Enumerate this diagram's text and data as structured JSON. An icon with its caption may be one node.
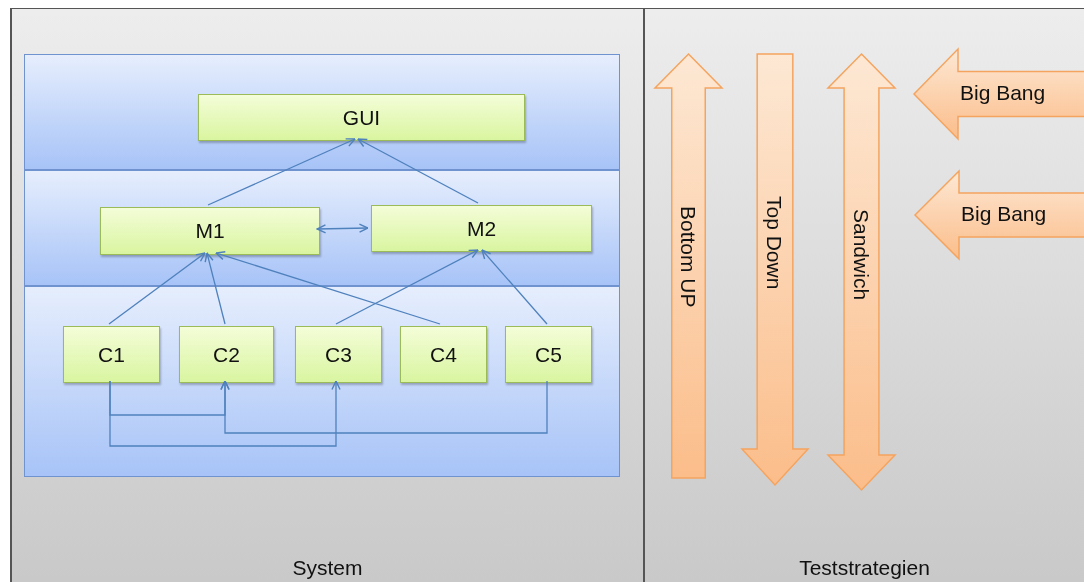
{
  "diagram": {
    "nodes": [
      {
        "text": [
          "System"
        ]
      },
      {
        "text": [
          "Teststrategien"
        ]
      },
      {
        "text": [],
        "shape": "box",
        "in": 0
      },
      {
        "text": [],
        "shape": "box",
        "in": 0
      },
      {
        "text": [],
        "shape": "box",
        "in": 0
      },
      {
        "text": [
          "GUI"
        ],
        "in": 2
      },
      {
        "text": [
          "M1"
        ],
        "in": 3
      },
      {
        "text": [
          "M2"
        ],
        "in": 3
      },
      {
        "text": [
          "C1"
        ],
        "in": 4
      },
      {
        "text": [
          "C2"
        ],
        "in": 4
      },
      {
        "text": [
          "C3"
        ],
        "in": 4
      },
      {
        "text": [
          "C4"
        ],
        "in": 4
      },
      {
        "text": [
          "C5"
        ],
        "in": 4
      },
      {
        "text": [
          "Bottom UP"
        ],
        "in": 1
      },
      {
        "text": [
          "Top Down"
        ],
        "in": 1
      },
      {
        "text": [
          "Sandwich"
        ],
        "in": 1
      },
      {
        "text": [
          "Big Bang"
        ],
        "in": 1
      },
      {
        "text": [
          "Big Bang"
        ],
        "in": 1
      }
    ],
    "edges": [
      {
        "from": 6,
        "to": 5,
        "arrow": "to"
      },
      {
        "from": 7,
        "to": 5,
        "arrow": "to"
      },
      {
        "from": 6,
        "to": 7,
        "arrow": "both"
      },
      {
        "from": 8,
        "to": 6,
        "arrow": "to"
      },
      {
        "from": 9,
        "to": 6,
        "arrow": "to"
      },
      {
        "from": 11,
        "to": 6,
        "arrow": "to"
      },
      {
        "from": 10,
        "to": 7,
        "arrow": "to"
      },
      {
        "from": 12,
        "to": 7,
        "arrow": "to"
      },
      {
        "from": 8,
        "to": 9,
        "arrow": "to"
      },
      {
        "from": 12,
        "to": 9,
        "arrow": "to"
      },
      {
        "from": 8,
        "to": 10,
        "arrow": "to"
      }
    ]
  }
}
